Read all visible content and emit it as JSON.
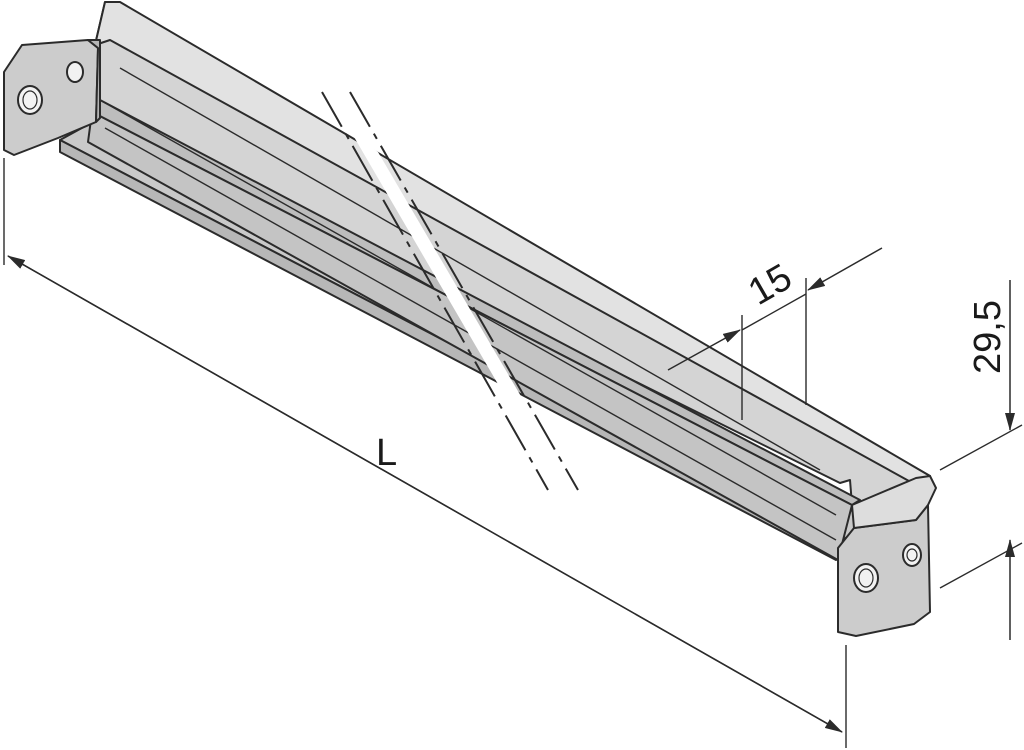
{
  "dimensions": {
    "length_label": "L",
    "width_label": "15",
    "height_label": "29,5"
  },
  "colors": {
    "metal_top": "#dcdcdc",
    "metal_mid": "#cfcfcf",
    "metal_side": "#bdbdbd",
    "metal_dark": "#a9a9a9",
    "line": "#2b2b2b"
  }
}
